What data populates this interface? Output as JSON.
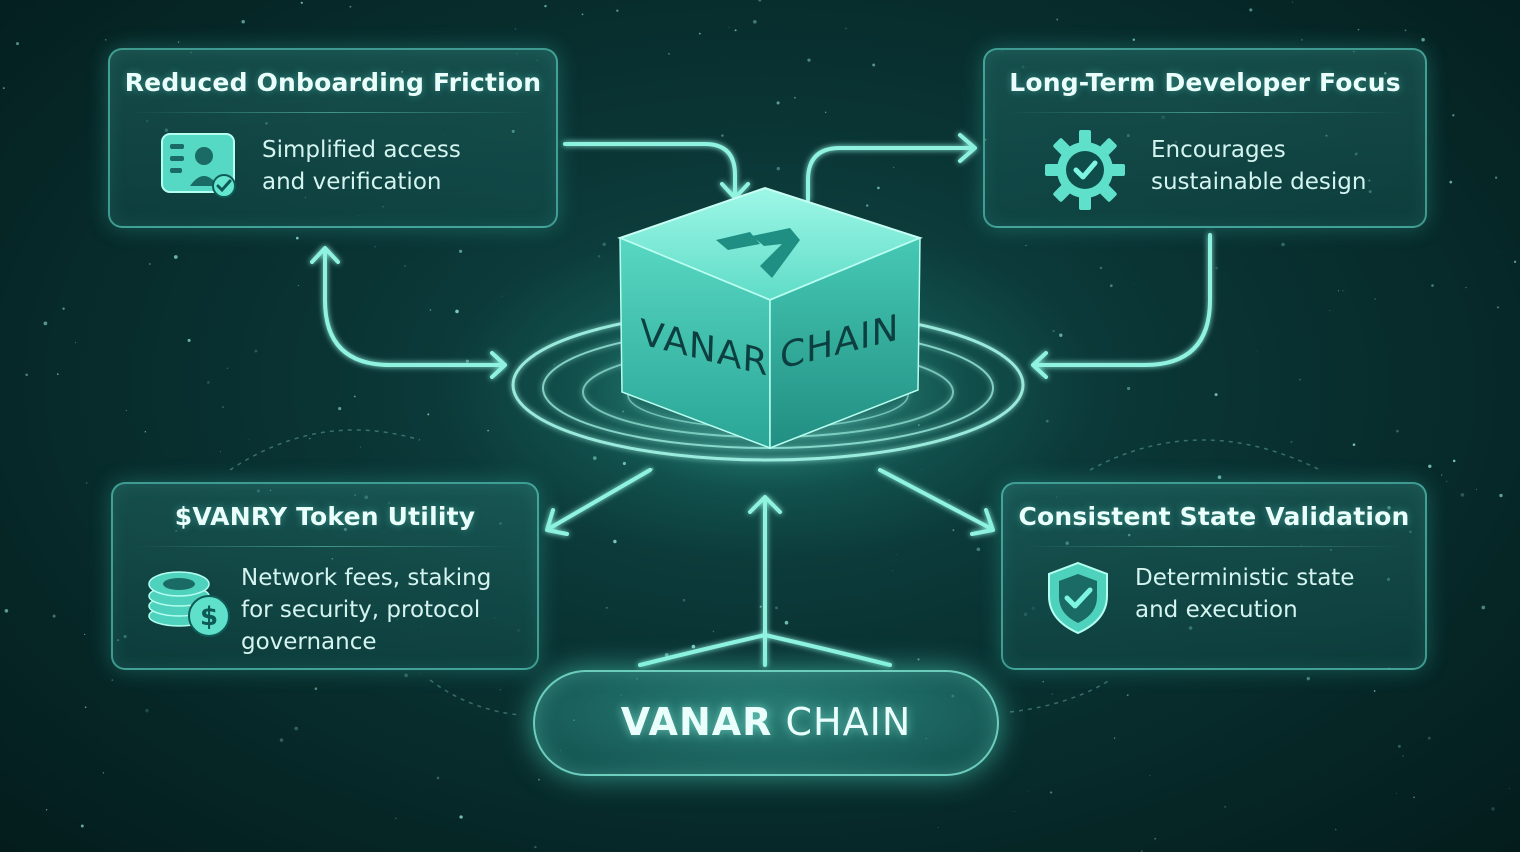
{
  "cards": {
    "onboarding": {
      "title": "Reduced Onboarding Friction",
      "lines": [
        "Simplified access",
        "and verification"
      ],
      "icon": "id-card-check-icon"
    },
    "developer": {
      "title": "Long-Term Developer Focus",
      "lines": [
        "Encourages",
        "sustainable design"
      ],
      "icon": "gear-check-icon"
    },
    "token": {
      "title": "$VANRY Token Utility",
      "lines": [
        "Network fees, staking",
        "for security, protocol",
        "governance"
      ],
      "icon": "coins-dollar-icon"
    },
    "state": {
      "title": "Consistent State Validation",
      "lines": [
        "Deterministic state",
        "and execution"
      ],
      "icon": "shield-check-icon"
    }
  },
  "center": {
    "cube_left_text": "VANAR",
    "cube_right_text": "CHAIN",
    "logo_icon": "vanar-logo-icon"
  },
  "footer": {
    "brand_bold": "VANAR",
    "brand_light": " CHAIN"
  },
  "colors": {
    "accent": "#5fe6d2",
    "background": "#0a3434",
    "cube_top": "#7ef2de",
    "cube_face": "#3cc9b5"
  }
}
